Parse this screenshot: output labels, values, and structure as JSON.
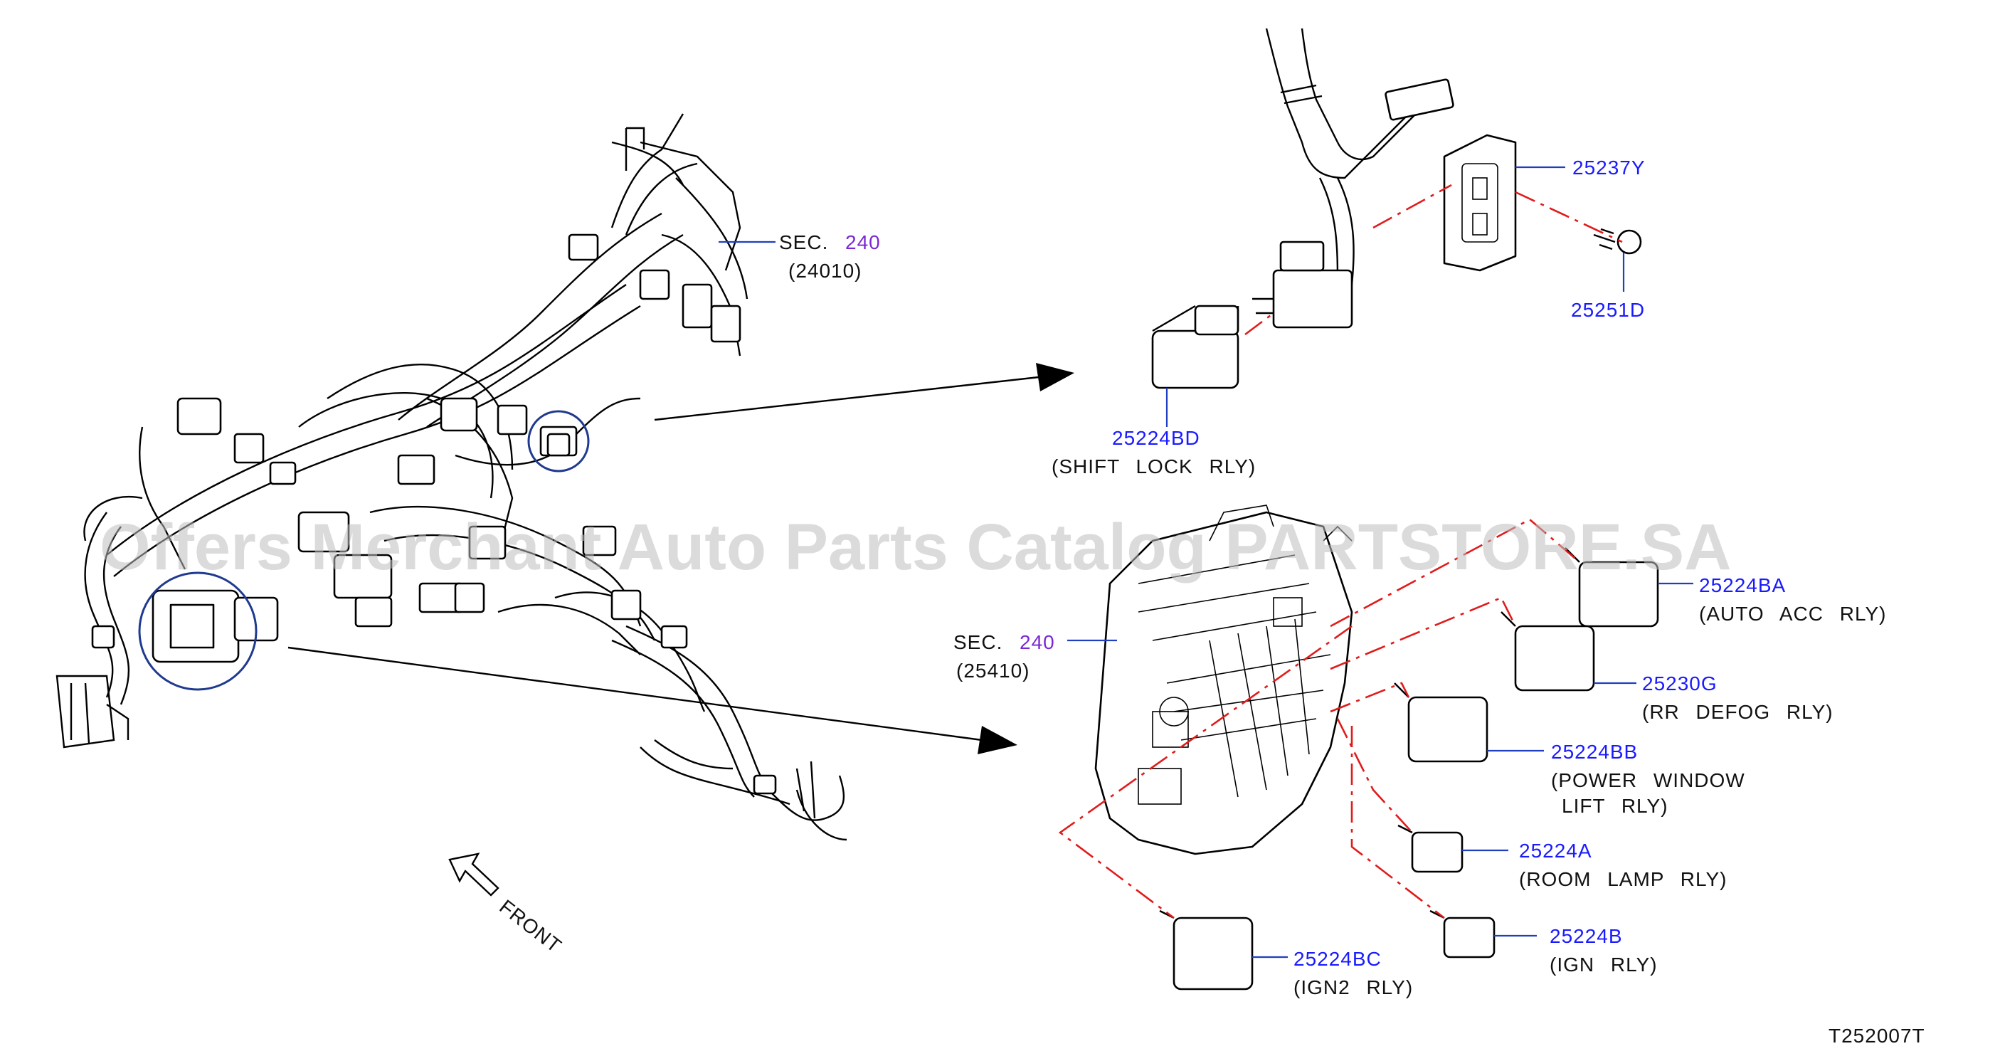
{
  "watermark": "Offers Merchant Auto Parts Catalog PARTSTORE.SA",
  "diagram_code": "T252007T",
  "front_label": "FRONT",
  "sections": [
    {
      "prefix": "SEC.",
      "number": "240",
      "ref": "(24010)"
    },
    {
      "prefix": "SEC.",
      "number": "240",
      "ref": "(25410)"
    }
  ],
  "parts": [
    {
      "number": "25224BD",
      "desc": "(SHIFT LOCK RLY)"
    },
    {
      "number": "25237Y",
      "desc": ""
    },
    {
      "number": "25251D",
      "desc": ""
    },
    {
      "number": "25224BA",
      "desc": "(AUTO ACC RLY)"
    },
    {
      "number": "25230G",
      "desc": "(RR DEFOG RLY)"
    },
    {
      "number": "25224BB",
      "desc": "(POWER WINDOW",
      "desc2": "LIFT RLY)"
    },
    {
      "number": "25224A",
      "desc": "(ROOM LAMP RLY)"
    },
    {
      "number": "25224B",
      "desc": "(IGN RLY)"
    },
    {
      "number": "25224BC",
      "desc": "(IGN2 RLY)"
    }
  ],
  "colors": {
    "part_number": "#1a1aff",
    "section_number": "#7a28d6",
    "leader": "#1f3fbf",
    "dash_line": "#e01b1b",
    "line": "#000000"
  }
}
